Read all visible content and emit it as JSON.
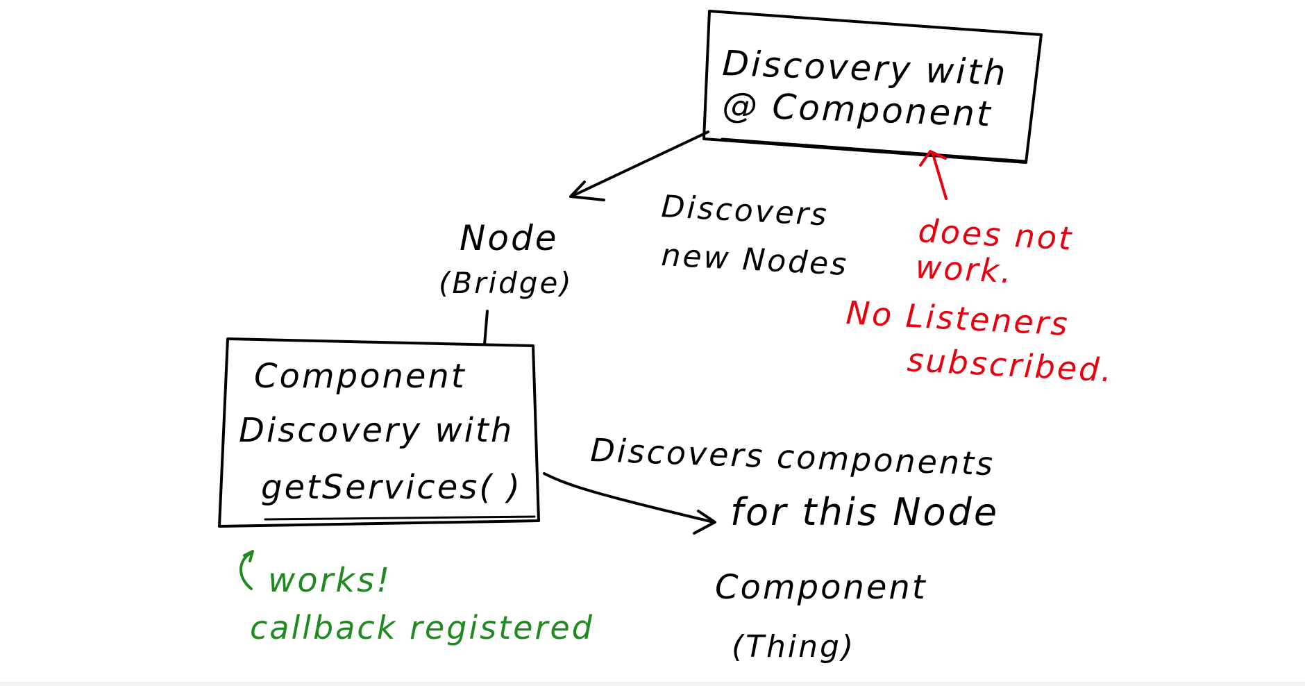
{
  "top_box": {
    "line1": "Discovery with",
    "line2": "@ Component"
  },
  "discovers_new_nodes": {
    "line1": "Discovers",
    "line2": "new Nodes"
  },
  "node": {
    "title": "Node",
    "subtitle": "(Bridge)"
  },
  "red_note": {
    "line1": "does not",
    "line2": "work.",
    "line3": "No Listeners",
    "line4": "subscribed."
  },
  "bottom_box": {
    "line1": "Component",
    "line2": "Discovery with",
    "line3": "getServices( )"
  },
  "discovers_components": {
    "line1": "Discovers components",
    "line2": "for this Node"
  },
  "component_thing": {
    "title": "Component",
    "subtitle": "(Thing)"
  },
  "green_note": {
    "line1": "works!",
    "line2": "callback registered"
  },
  "colors": {
    "ink": "#000000",
    "red_annotation": "#e8000f",
    "green_annotation": "#1f8a1f",
    "background": "#ffffff"
  }
}
